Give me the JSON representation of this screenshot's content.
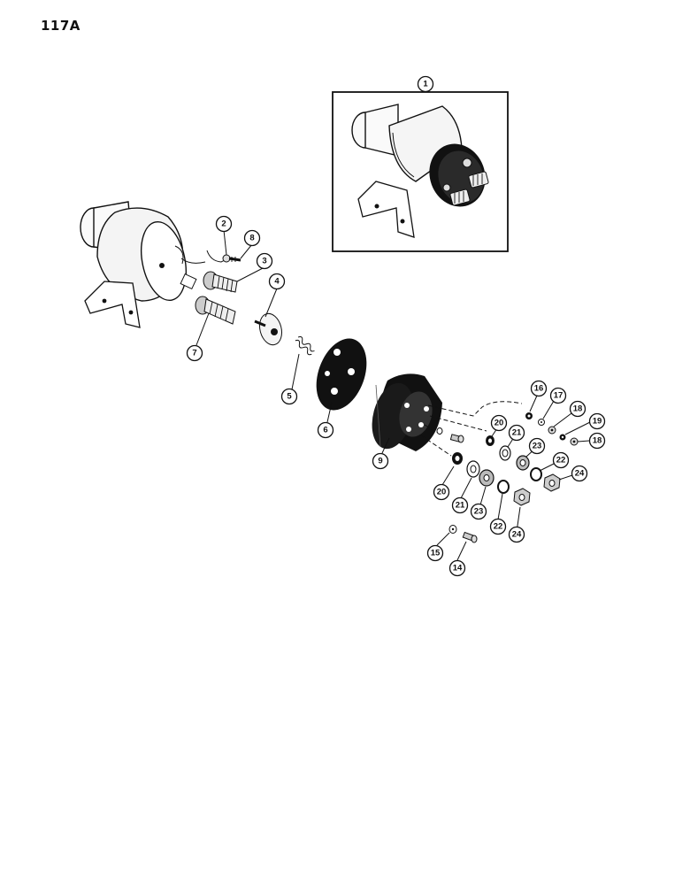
{
  "page": {
    "number": "117A"
  },
  "diagram": {
    "labels": [
      {
        "id": "1",
        "text": "1"
      },
      {
        "id": "2",
        "text": "2"
      },
      {
        "id": "3",
        "text": "3"
      },
      {
        "id": "4",
        "text": "4"
      },
      {
        "id": "5",
        "text": "5"
      },
      {
        "id": "6",
        "text": "6"
      },
      {
        "id": "7",
        "text": "7"
      },
      {
        "id": "8",
        "text": "8"
      },
      {
        "id": "9",
        "text": "9"
      },
      {
        "id": "14",
        "text": "14"
      },
      {
        "id": "15",
        "text": "15"
      },
      {
        "id": "16",
        "text": "16"
      },
      {
        "id": "17",
        "text": "17"
      },
      {
        "id": "18a",
        "text": "18"
      },
      {
        "id": "18b",
        "text": "18"
      },
      {
        "id": "19",
        "text": "19"
      },
      {
        "id": "20a",
        "text": "20"
      },
      {
        "id": "20b",
        "text": "20"
      },
      {
        "id": "21a",
        "text": "21"
      },
      {
        "id": "21b",
        "text": "21"
      },
      {
        "id": "22a",
        "text": "22"
      },
      {
        "id": "22b",
        "text": "22"
      },
      {
        "id": "23a",
        "text": "23"
      },
      {
        "id": "23b",
        "text": "23"
      },
      {
        "id": "24a",
        "text": "24"
      },
      {
        "id": "24b",
        "text": "24"
      }
    ]
  }
}
